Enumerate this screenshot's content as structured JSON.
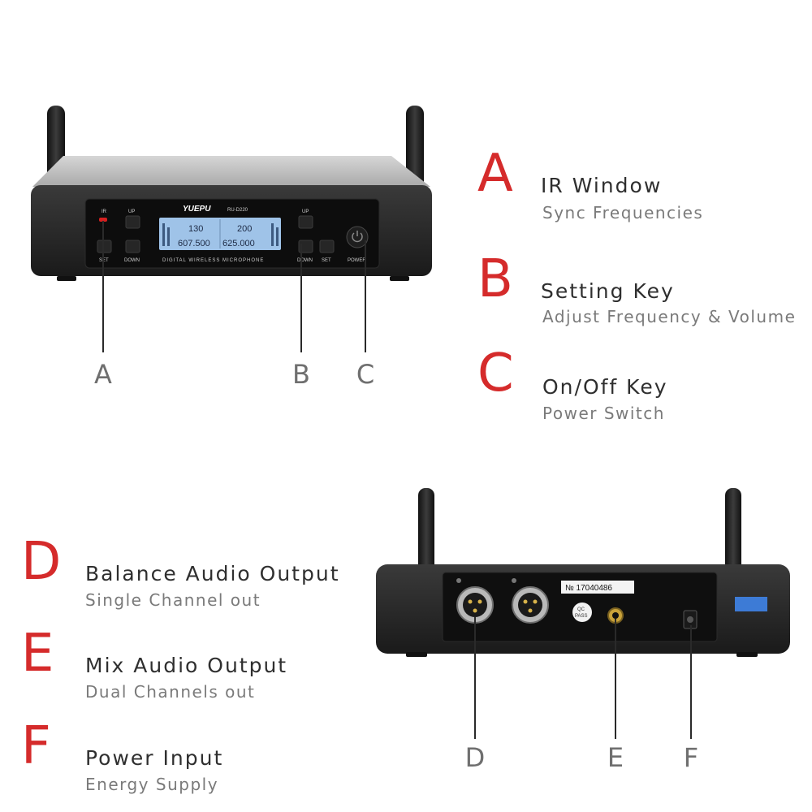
{
  "front_panel": {
    "brand": "YUEPU",
    "model": "RU-D220",
    "subtitle": "DIGITAL WIRELESS MICROPHONE",
    "buttons": {
      "ir": "IR",
      "up_left": "UP",
      "set_left": "SET",
      "down_left": "DOWN",
      "up_right": "UP",
      "down_right": "DOWN",
      "set_right": "SET",
      "power": "POWER"
    },
    "lcd": {
      "ch1_channel": "130",
      "ch2_channel": "200",
      "ch1_freq": "607.500",
      "ch2_freq": "625.000"
    },
    "callouts": {
      "a": "A",
      "b": "B",
      "c": "C"
    }
  },
  "rear_panel": {
    "serial": "№ 17040486",
    "qc_line1": "QC",
    "qc_line2": "PASS",
    "callouts": {
      "d": "D",
      "e": "E",
      "f": "F"
    }
  },
  "features": [
    {
      "letter": "A",
      "title": "IR Window",
      "subtitle": "Sync Frequencies"
    },
    {
      "letter": "B",
      "title": "Setting Key",
      "subtitle": "Adjust Frequency & Volume"
    },
    {
      "letter": "C",
      "title": "On/Off Key",
      "subtitle": "Power Switch"
    },
    {
      "letter": "D",
      "title": "Balance Audio Output",
      "subtitle": "Single Channel out"
    },
    {
      "letter": "E",
      "title": "Mix Audio Output",
      "subtitle": "Dual Channels out"
    },
    {
      "letter": "F",
      "title": "Power Input",
      "subtitle": "Energy Supply"
    }
  ],
  "colors": {
    "accent": "#d52b2b",
    "title": "#2f2f2f",
    "subtitle": "#7a7a7a",
    "lcd": "#9fc3e8"
  }
}
